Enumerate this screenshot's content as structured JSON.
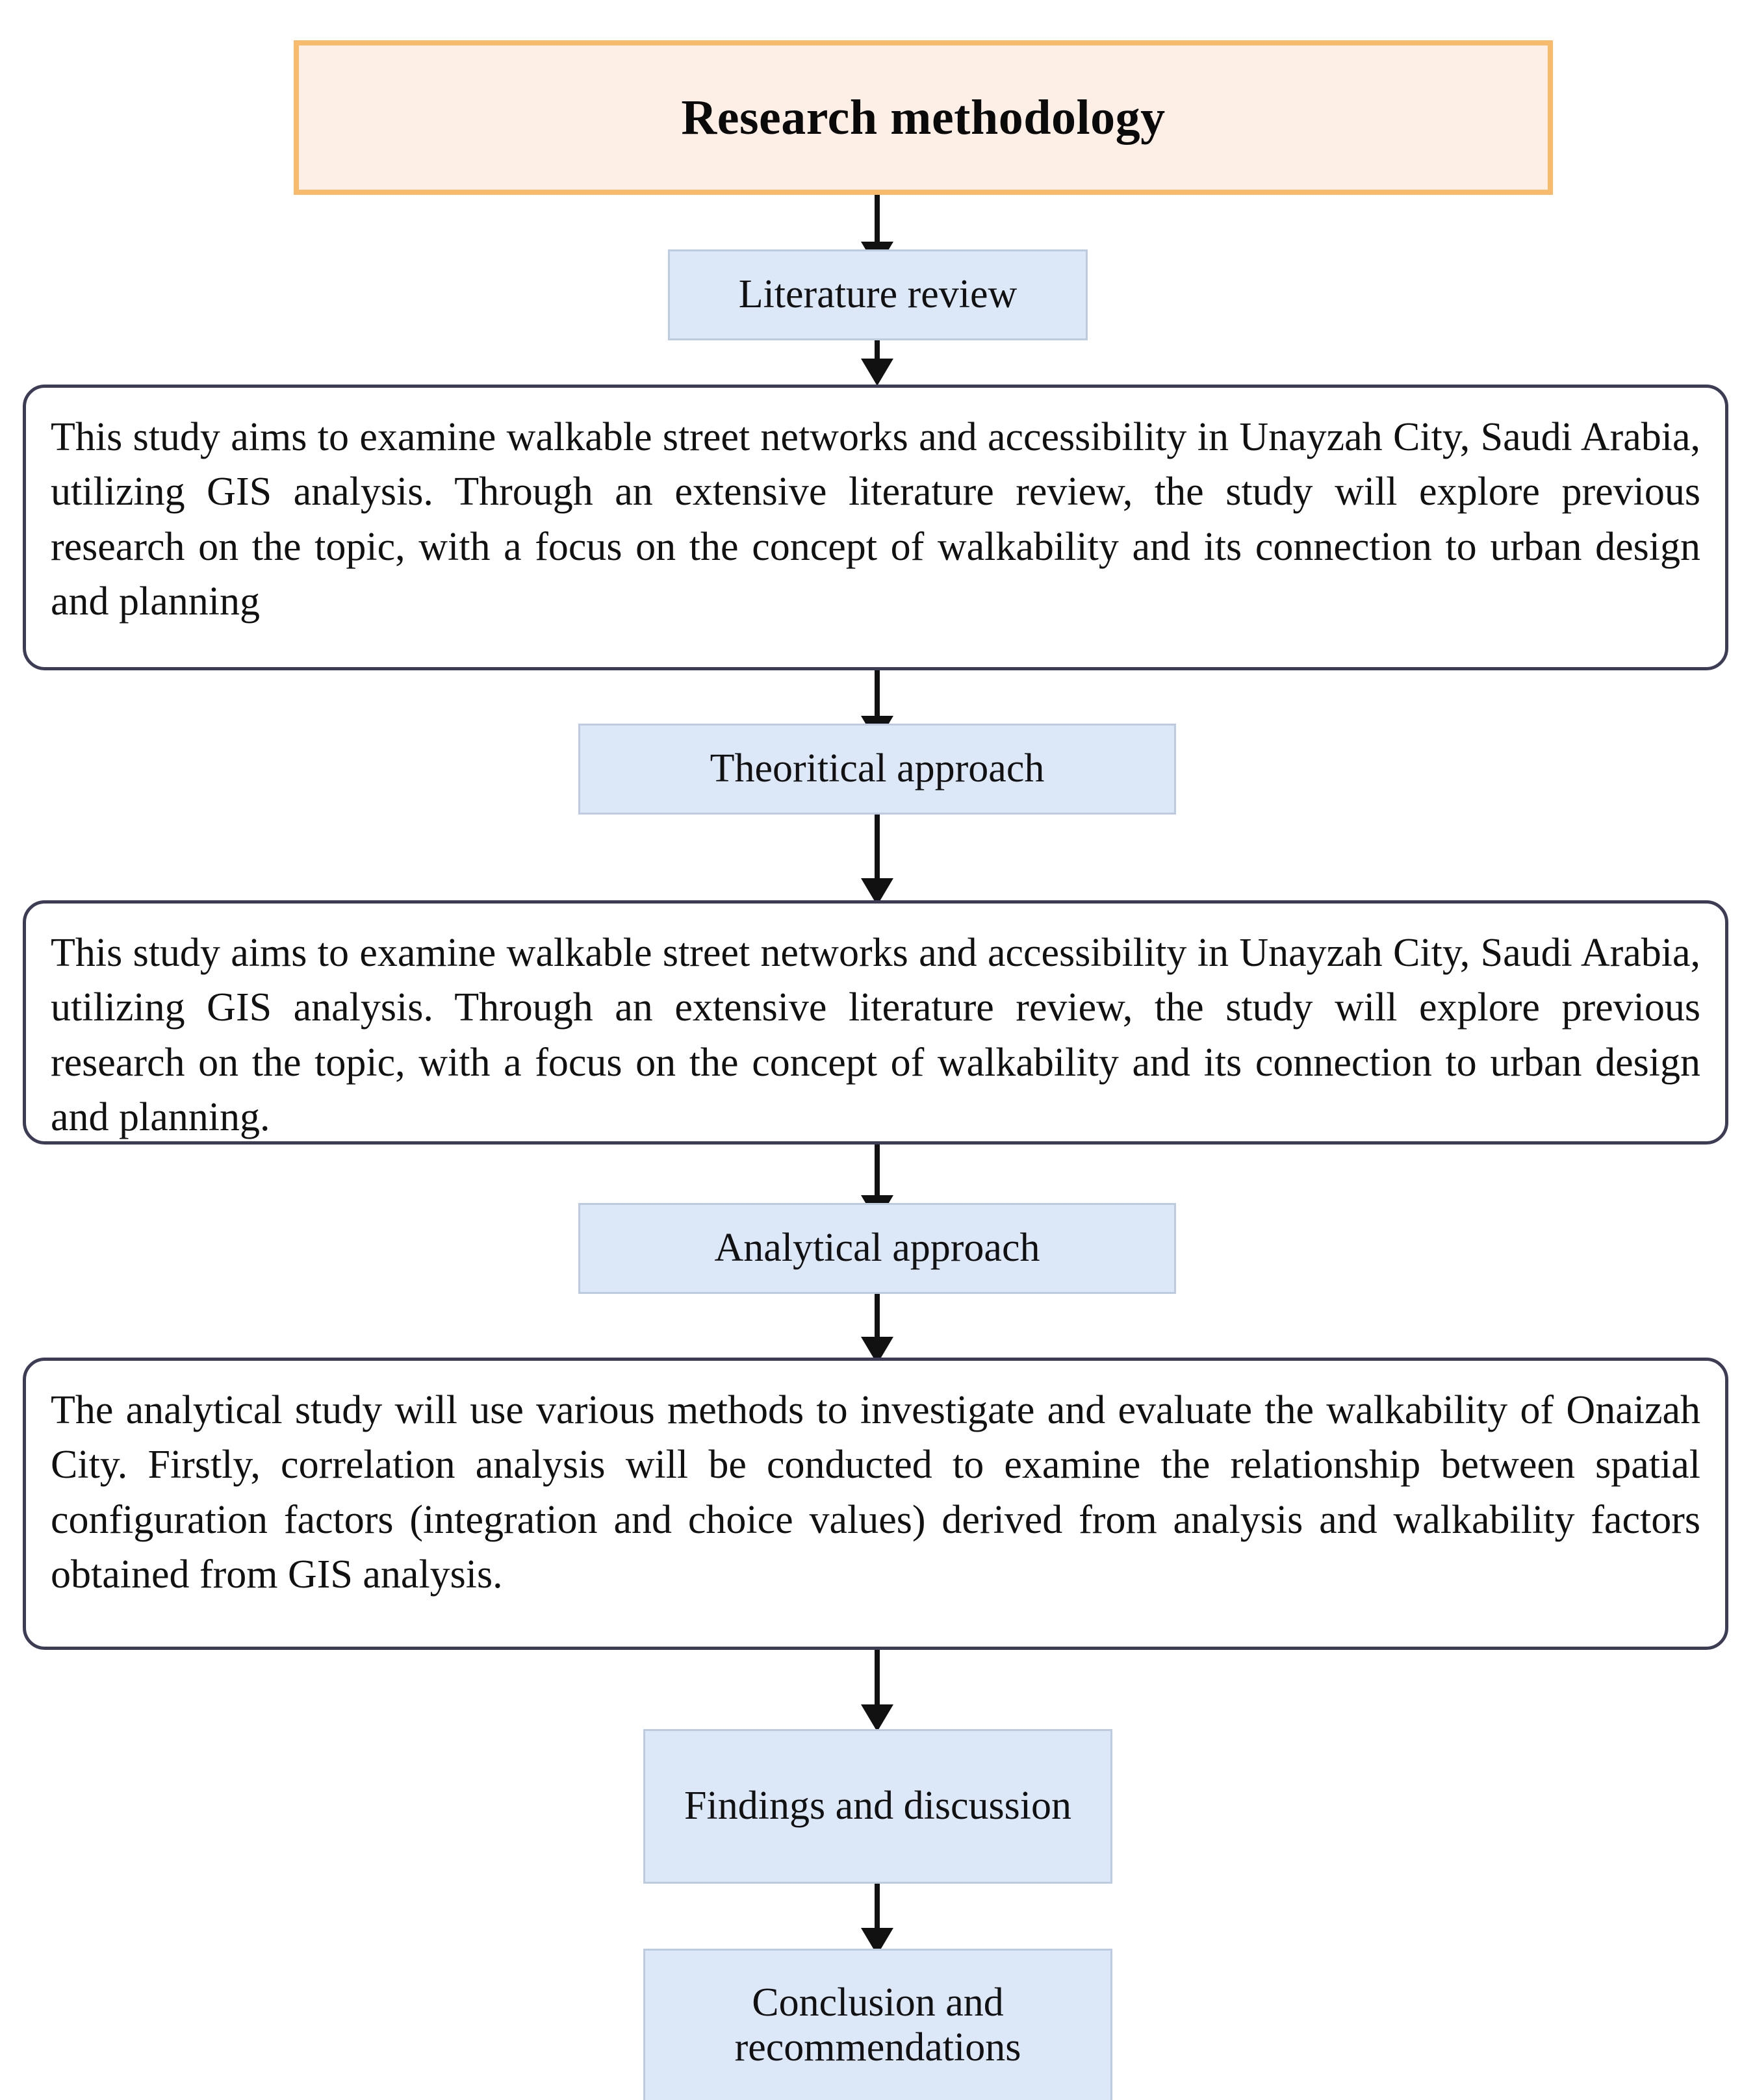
{
  "diagram": {
    "title": "Research methodology",
    "accent_colors": {
      "title_border": "#F8BB6E",
      "title_fill": "#FDEFE5",
      "stage_fill": "#DCE7F8",
      "stage_border": "#BCCBE0",
      "panel_border": "#3C3C55",
      "connector": "#111111",
      "background": "#FFFFFF"
    },
    "nodes": {
      "title": "Research methodology",
      "literature_review": "Literature review",
      "paragraph_1": "This study aims to examine walkable street networks and accessibility in Unayzah City, Saudi Arabia, utilizing GIS analysis. Through an extensive literature review, the study will explore previous research on the topic, with a focus on the concept of walkability and its connection to urban design and planning",
      "theoritical_approach": "Theoritical approach",
      "paragraph_2": "This study aims to examine walkable street networks and accessibility in Unayzah City, Saudi Arabia, utilizing GIS analysis. Through an extensive literature review, the study will explore previous research on the topic, with a focus on the concept of walkability and its connection to urban design and planning.",
      "analytical_approach": "Analytical approach",
      "paragraph_3": "The analytical study will use various methods to investigate and evaluate the walkability of Onaizah City. Firstly, correlation analysis will be conducted to examine the relationship between spatial configuration factors (integration and choice values) derived from analysis and walkability factors obtained from GIS analysis.",
      "findings_and_discussion": "Findings and discussion",
      "conclusion_and_recommendations": "Conclusion and recommendations"
    }
  }
}
